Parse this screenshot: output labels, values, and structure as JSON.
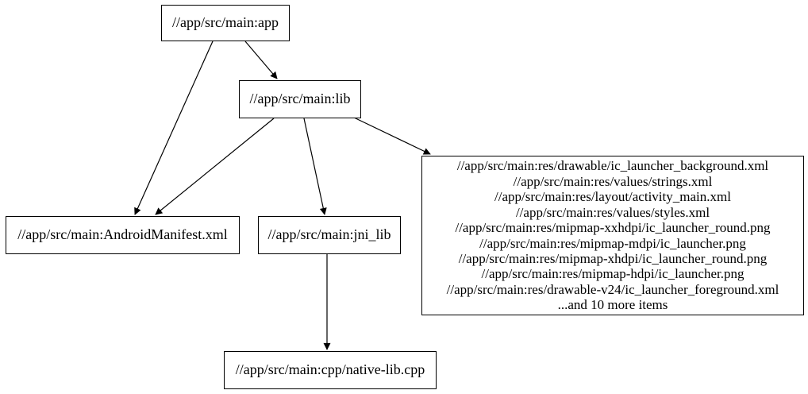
{
  "diagram": {
    "type": "dependency-graph",
    "background_color": "#ffffff",
    "node_border_color": "#000000",
    "text_color": "#000000",
    "edge_color": "#000000",
    "nodes": {
      "app": {
        "label": "//app/src/main:app"
      },
      "lib": {
        "label": "//app/src/main:lib"
      },
      "manifest": {
        "label": "//app/src/main:AndroidManifest.xml"
      },
      "jni_lib": {
        "label": "//app/src/main:jni_lib"
      },
      "cpp": {
        "label": "//app/src/main:cpp/native-lib.cpp"
      },
      "resources": {
        "lines": [
          "//app/src/main:res/drawable/ic_launcher_background.xml",
          "//app/src/main:res/values/strings.xml",
          "//app/src/main:res/layout/activity_main.xml",
          "//app/src/main:res/values/styles.xml",
          "//app/src/main:res/mipmap-xxhdpi/ic_launcher_round.png",
          "//app/src/main:res/mipmap-mdpi/ic_launcher.png",
          "//app/src/main:res/mipmap-xhdpi/ic_launcher_round.png",
          "//app/src/main:res/mipmap-hdpi/ic_launcher.png",
          "//app/src/main:res/drawable-v24/ic_launcher_foreground.xml",
          "...and 10 more items"
        ]
      }
    },
    "edges": [
      {
        "from": "app",
        "to": "lib"
      },
      {
        "from": "app",
        "to": "manifest"
      },
      {
        "from": "lib",
        "to": "manifest"
      },
      {
        "from": "lib",
        "to": "jni_lib"
      },
      {
        "from": "lib",
        "to": "resources"
      },
      {
        "from": "jni_lib",
        "to": "cpp"
      }
    ]
  }
}
